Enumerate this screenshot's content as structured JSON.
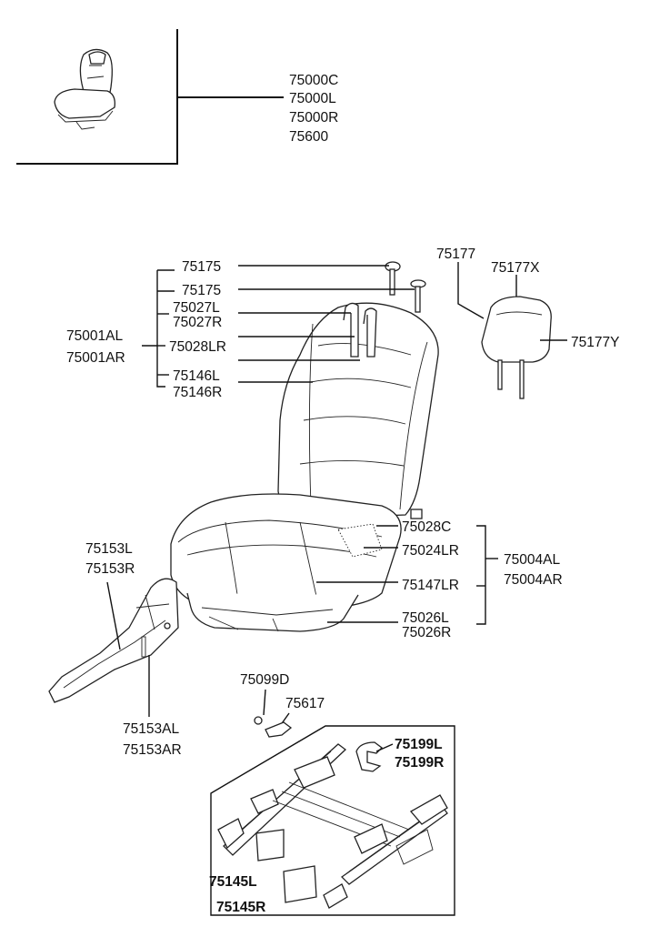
{
  "assembly_box": {
    "labels": [
      "75000C",
      "75000L",
      "75000R",
      "75600"
    ]
  },
  "seat_back": {
    "group_labels": [
      "75001AL",
      "75001AR"
    ],
    "labels": {
      "p75175_a": "75175",
      "p75175_b": "75175",
      "p75027L": "75027L",
      "p75027R": "75027R",
      "p75028LR": "75028LR",
      "p75146L": "75146L",
      "p75146R": "75146R"
    }
  },
  "headrest": {
    "labels": {
      "p75177": "75177",
      "p75177X": "75177X",
      "p75177Y": "75177Y"
    }
  },
  "seat_cushion": {
    "labels": {
      "p75028C": "75028C",
      "p75024LR": "75024LR",
      "p75147LR": "75147LR",
      "p75026L": "75026L",
      "p75026R": "75026R"
    },
    "group_labels": [
      "75004AL",
      "75004AR"
    ]
  },
  "side_cover": {
    "labels": {
      "p75153L": "75153L",
      "p75153R": "75153R",
      "p75153AL": "75153AL",
      "p75153AR": "75153AR"
    }
  },
  "track": {
    "labels": {
      "p75099D": "75099D",
      "p75617": "75617",
      "p75199L": "75199L",
      "p75199R": "75199R",
      "p75145L": "75145L",
      "p75145R": "75145R"
    }
  }
}
